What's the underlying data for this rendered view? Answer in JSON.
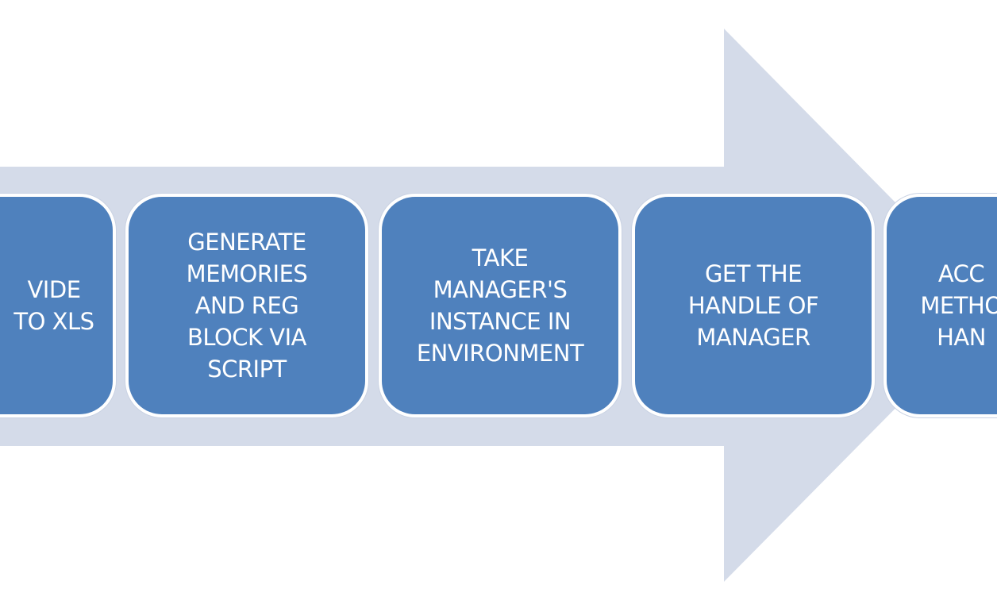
{
  "colors": {
    "arrow_fill": "#d4dbe9",
    "step_fill": "#4f81bd",
    "step_border": "#ffffff",
    "step_text": "#ffffff"
  },
  "steps": [
    {
      "label": "VIDE\nTO XLS"
    },
    {
      "label": "GENERATE\nMEMORIES\nAND REG\nBLOCK VIA\nSCRIPT"
    },
    {
      "label": "TAKE\nMANAGER'S\nINSTANCE IN\nENVIRONMENT"
    },
    {
      "label": "GET THE\nHANDLE OF\nMANAGER"
    },
    {
      "label": "ACC\nMETHO\nHAN"
    }
  ]
}
